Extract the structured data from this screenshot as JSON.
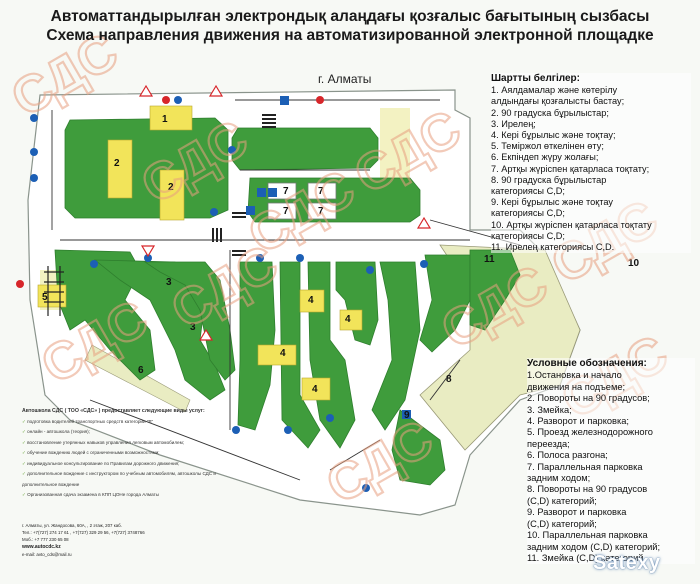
{
  "title_kz": "Автоматтандырылған электрондық алаңдағы қозғалыс бағытының сызбасы",
  "title_ru": "Схема направления движения на автоматизированной электронной площадке",
  "city": "г. Алматы",
  "legend_kz": {
    "heading": "Шартты белгілер:",
    "items": [
      "1. Аялдамалар және көтерілу",
      "алдындағы қозғалысты бастау;",
      "2. 90 градуска бұрылыстар;",
      "3. Ирелең;",
      "4. Кері бұрылыс және тоқтау;",
      "5. Теміржол өткелінен өту;",
      "6. Екпіндеп жүру жолағы;",
      "7. Артқы жүріспен қатарласа тоқтату;",
      "8. 90 градуска бұрылыстар",
      "категориясы C,D;",
      "9. Кері бұрылыс және тоқтау",
      "категориясы C,D;",
      "10. Артқы жүріспен қатарласа тоқтату",
      "категориясы C,D;",
      "11. Ирелең категориясы C,D."
    ]
  },
  "legend_ru": {
    "heading": "Условные обозначения:",
    "items": [
      "1.Остановка и начало",
      "движения на подъеме;",
      "2. Повороты на 90 градусов;",
      "3. Змейка;",
      "4. Разворот и парковка;",
      "5. Проезд железнодорожного",
      "переезда;",
      "6. Полоса разгона;",
      "7. Параллельная парковка",
      "задним ходом;",
      "8. Повороты на 90 градусов",
      "(C,D) категорий;",
      "9. Разворот и парковка",
      "(C,D) категорий;",
      "10. Параллельная парковка",
      "задним ходом (C,D) категорий;",
      "11. Змейка (C,D) категорий"
    ]
  },
  "services": {
    "heading": "Автошкола СДС ( ТОО «СДС» ) предоставляет следующие виды услуг:",
    "items": [
      "подготовка водителей транспортных средств категории \"B\"",
      "онлайн - автошкола (теория);",
      "восстановление утерянных навыков управления легковым автомобилем;",
      "обучение вождению людей с ограниченными возможностями;",
      "индивидуальное консультирование по Правилам дорожного движения;",
      "дополнительное вождение с инструктором по учебным автомобилям, автошколы СДС и дополнительное вождение",
      "Организованная сдача экзамена в КПП ЦОНе города Алматы"
    ]
  },
  "contacts": {
    "address": "г. Алматы,  ул. Жандосова, 60А,  , 2 этаж, 207 каб.",
    "phones": "Тел.:         +7(727) 274 17 61 ,  +7(727) 329 29 56,    +7(727) 3748766",
    "mobile": "Моб.:  +7 777 230 65 08",
    "site": "www.autocdc.kz",
    "email": "e-mail: avto_cds@mail.ru"
  },
  "watermark": "СДС",
  "brand": "Satexy",
  "zone_numbers": [
    "1",
    "2",
    "2",
    "3",
    "3",
    "4",
    "4",
    "4",
    "4",
    "5",
    "6",
    "7",
    "7",
    "7",
    "7",
    "8",
    "9",
    "10",
    "11"
  ],
  "colors": {
    "grass": "#3f9c3c",
    "grass_dark": "#2f7f2e",
    "road": "#ffffff",
    "yellow_zone": "#f2e45a",
    "cream_zone": "#e9ecc2",
    "outline": "#7d8a80",
    "watermark": "#e8a080",
    "brand": "#6a8fb8",
    "sign_blue": "#1c5fb5",
    "sign_red": "#d7262a"
  }
}
